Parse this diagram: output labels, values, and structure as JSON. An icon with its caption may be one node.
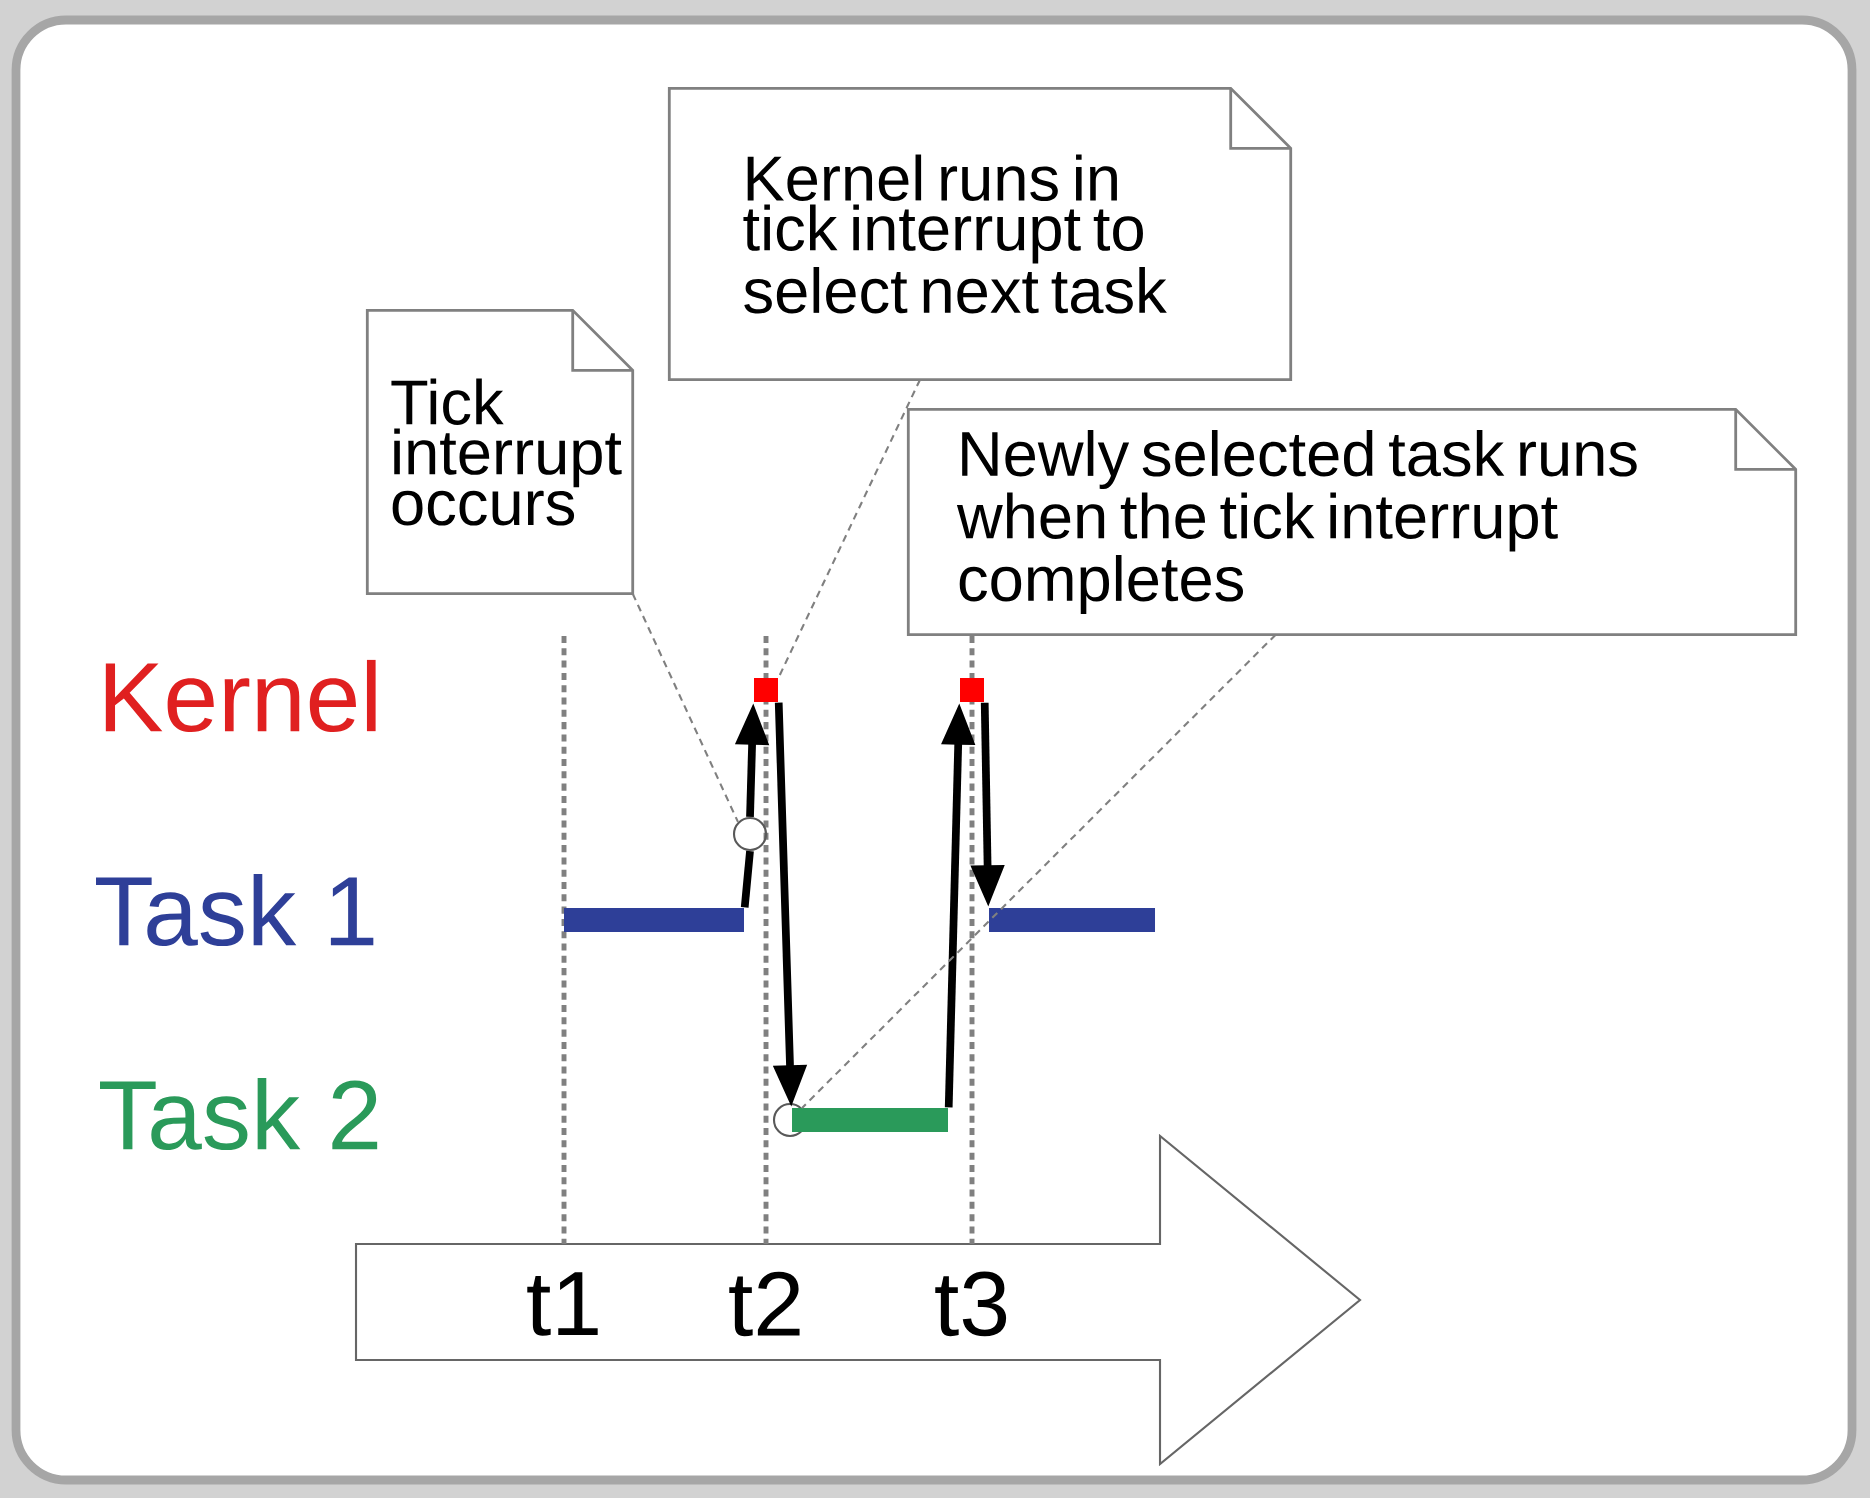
{
  "diagram": {
    "nodes": [
      {
        "text": [
          "Tick interrupt occurs"
        ]
      },
      {
        "text": [
          "Kernel runs in tick interrupt to select next task"
        ]
      },
      {
        "text": [
          "Newly selected task runs when the tick interrupt completes"
        ]
      },
      {
        "text": [],
        "shape": "box"
      },
      {
        "text": [],
        "shape": "box"
      },
      {
        "text": [],
        "shape": "circle"
      },
      {
        "text": [],
        "shape": "bar"
      },
      {
        "text": [],
        "shape": "bar"
      },
      {
        "text": [],
        "shape": "circle"
      },
      {
        "text": [],
        "shape": "bar"
      }
    ],
    "edges": [
      {
        "from": 6,
        "to": 5,
        "arrow": "none"
      },
      {
        "from": 5,
        "to": 3,
        "arrow": "to"
      },
      {
        "from": 3,
        "to": 9,
        "arrow": "to"
      },
      {
        "from": 9,
        "to": 4,
        "arrow": "to"
      },
      {
        "from": 4,
        "to": 7,
        "arrow": "to"
      },
      {
        "from": 0,
        "to": 5,
        "arrow": "none",
        "style": "dashed",
        "color": "#808080"
      },
      {
        "from": 1,
        "to": 3,
        "arrow": "none",
        "style": "dashed",
        "color": "#808080"
      },
      {
        "from": 2,
        "to": 8,
        "arrow": "none",
        "style": "dashed",
        "color": "#808080"
      }
    ],
    "labels": [
      "Kernel",
      "Task 1",
      "Task 2",
      "t1",
      "t2",
      "t3"
    ]
  }
}
